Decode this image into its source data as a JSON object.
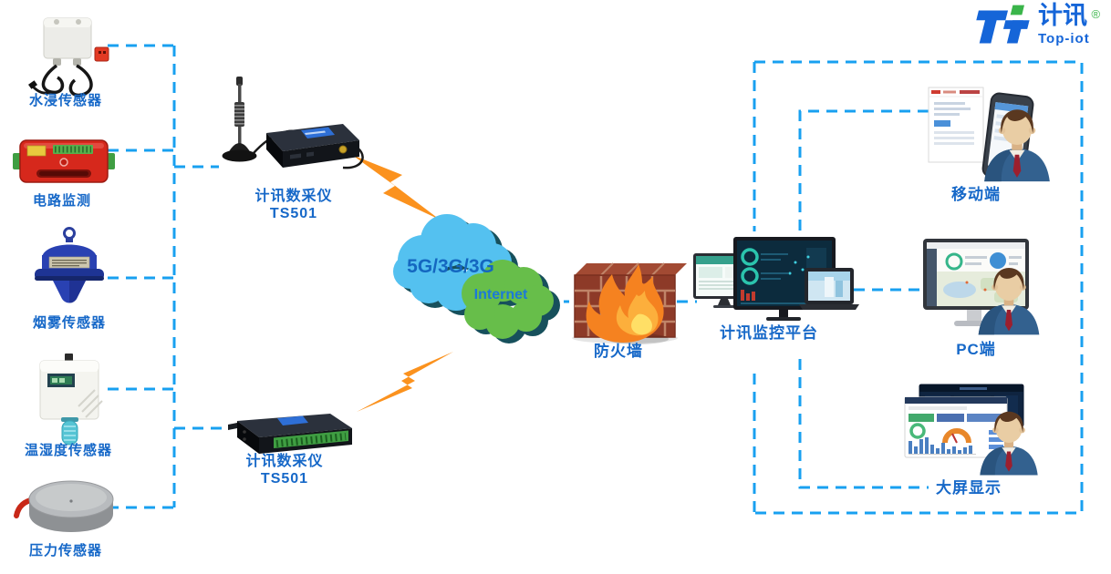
{
  "logo": {
    "brand_cn": "计讯",
    "registered": "®",
    "brand_en": "Top-iot"
  },
  "sensors": [
    {
      "id": "water",
      "label": "水浸传感器"
    },
    {
      "id": "circuit",
      "label": "电路监测"
    },
    {
      "id": "smoke",
      "label": "烟雾传感器"
    },
    {
      "id": "temp-humidity",
      "label": "温湿度传感器"
    },
    {
      "id": "pressure",
      "label": "压力传感器"
    }
  ],
  "collectors": [
    {
      "id": "collector-top",
      "name": "计讯数采仪",
      "model": "TS501"
    },
    {
      "id": "collector-bottom",
      "name": "计讯数采仪",
      "model": "TS501"
    }
  ],
  "network": {
    "cellular_label": "5G/3G/3G",
    "internet_label": "Internet"
  },
  "firewall_label": "防火墙",
  "platform_label": "计讯监控平台",
  "endpoints": [
    {
      "id": "mobile",
      "label": "移动端"
    },
    {
      "id": "pc",
      "label": "PC端"
    },
    {
      "id": "big-screen",
      "label": "大屏显示"
    }
  ],
  "colors": {
    "connector-blue": "#18A0F0",
    "label-blue": "#1668C8",
    "cloud-blue": "#54C1F0",
    "cloud-green": "#67BE4A",
    "cloud-shadow": "#17505C",
    "lightning-orange": "#FB921E",
    "brick-red": "#8D3A28",
    "logo-blue": "#1565D8",
    "logo-green": "#3AB54A"
  }
}
